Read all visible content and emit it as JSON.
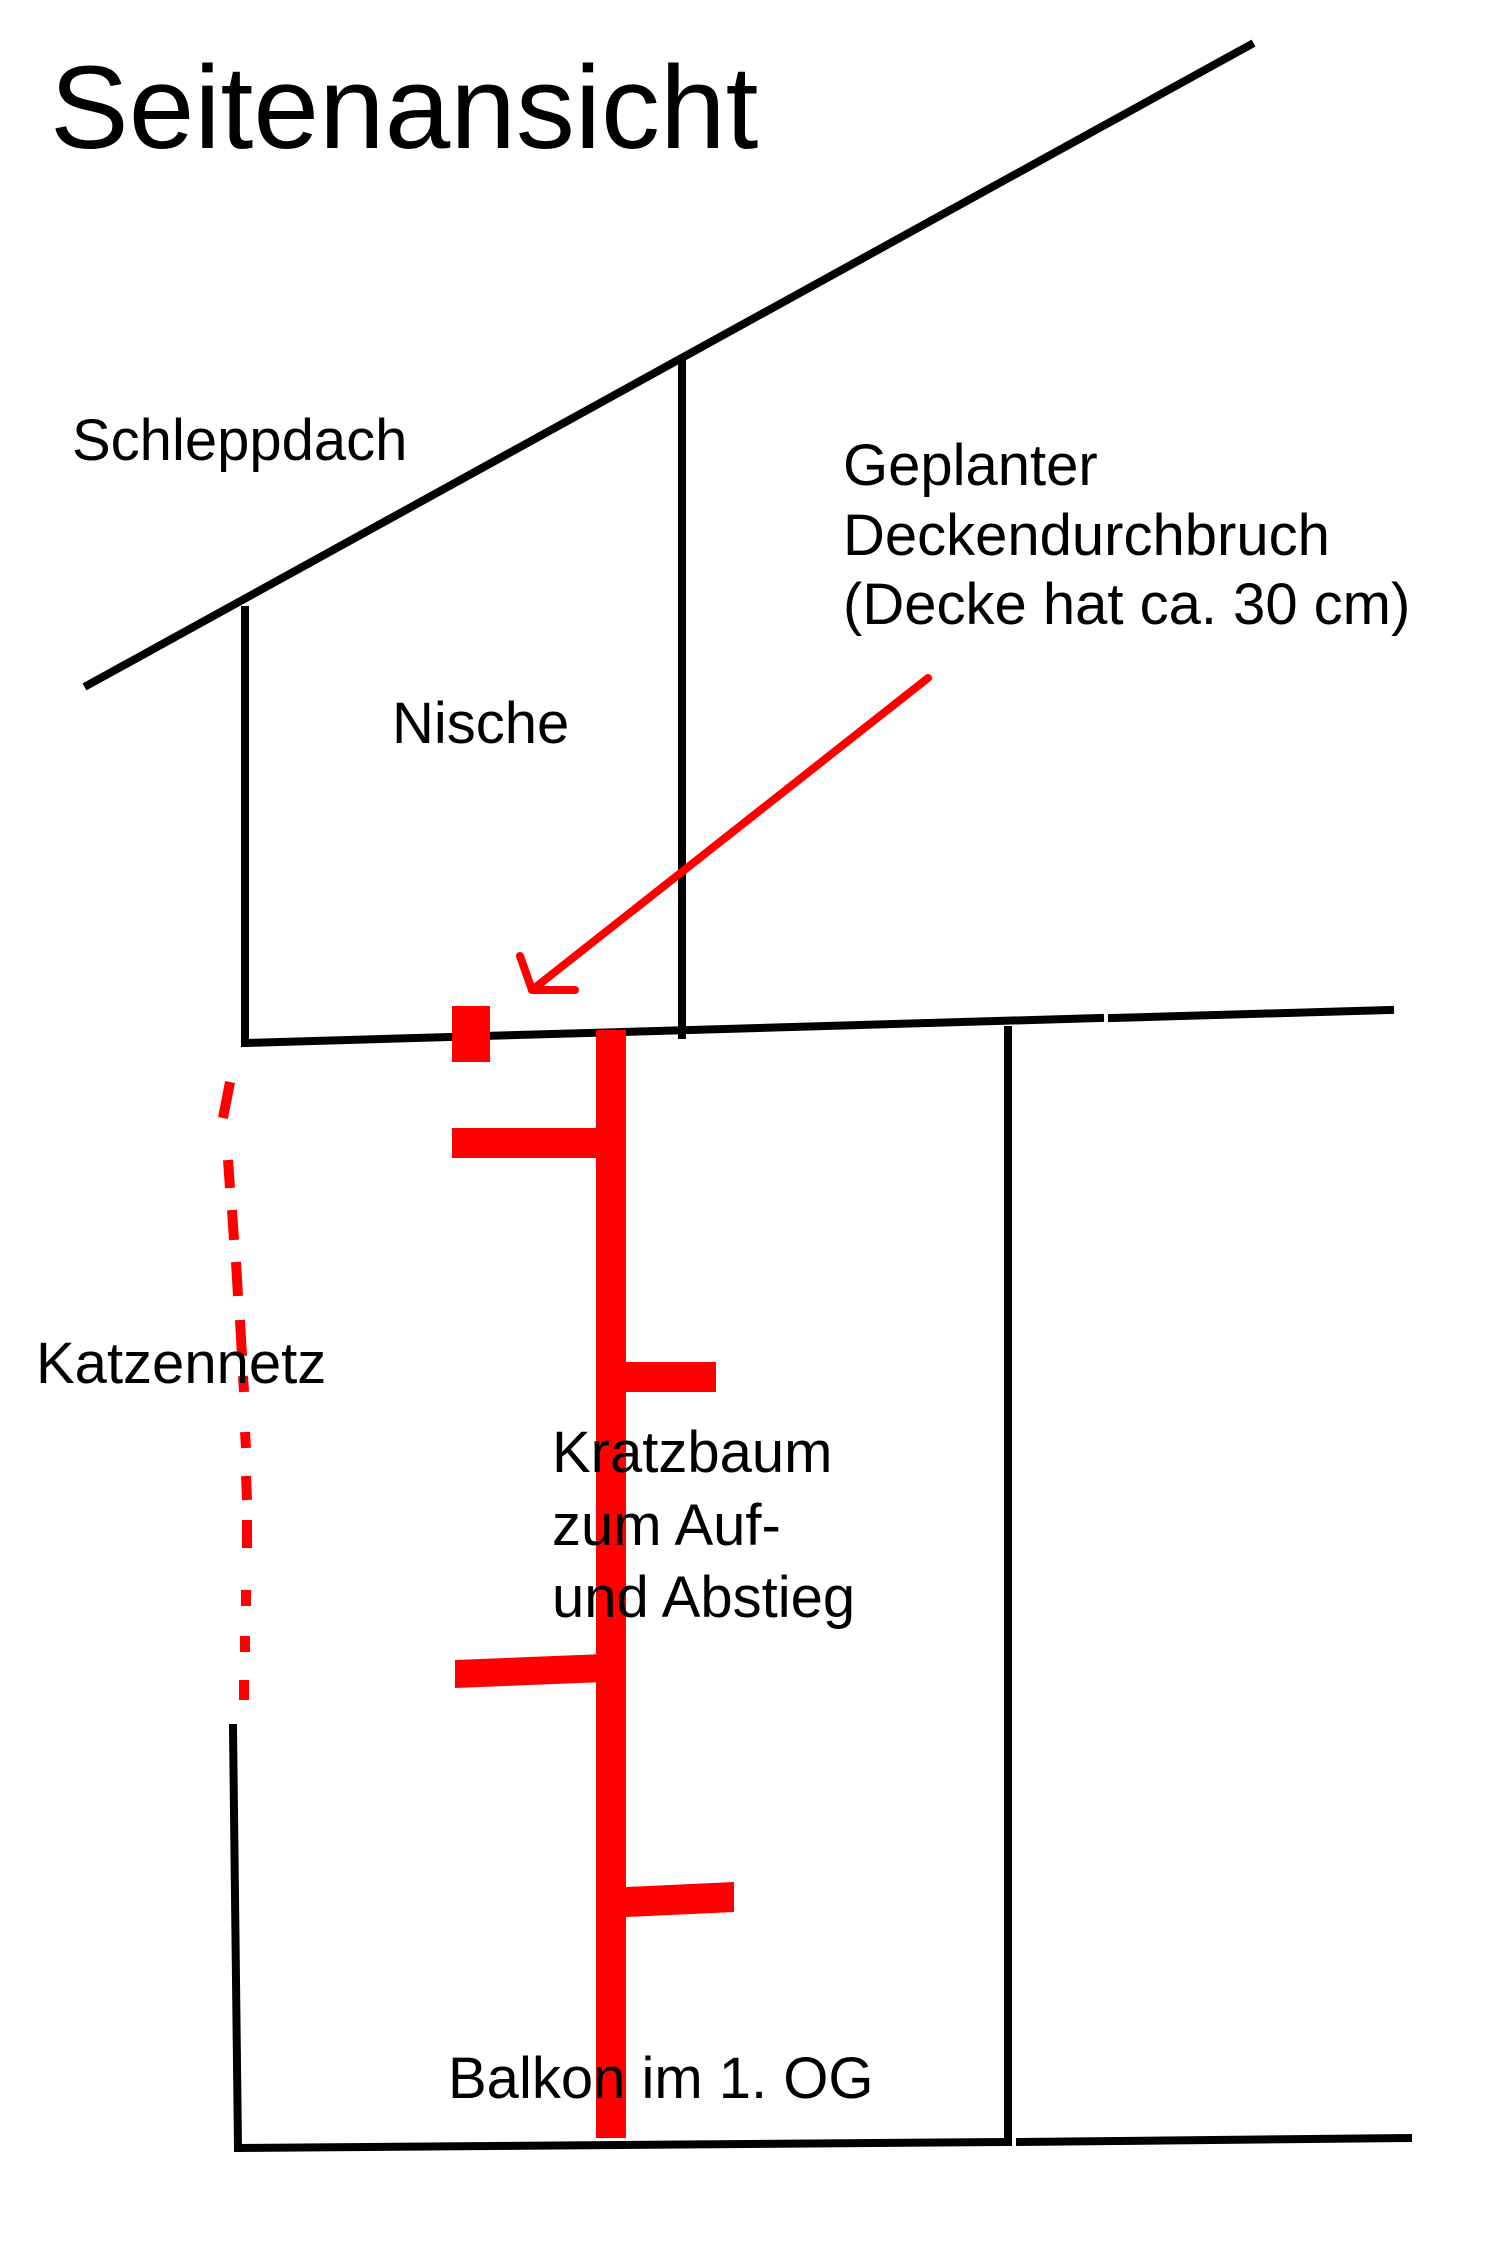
{
  "title": "Seitenansicht",
  "labels": {
    "roof": "Schleppdach",
    "niche": "Nische",
    "ceiling_note": [
      "Geplanter",
      "Deckendurchbruch",
      "(Decke hat ca. 30 cm)"
    ],
    "cat_net": "Katzennetz",
    "scratching_post": [
      "Kratzbaum",
      "zum Auf-",
      "und Abstieg"
    ],
    "balcony": "Balkon im 1. OG"
  },
  "colors": {
    "line": "#000000",
    "accent": "#ff0000",
    "background": "#ffffff"
  }
}
